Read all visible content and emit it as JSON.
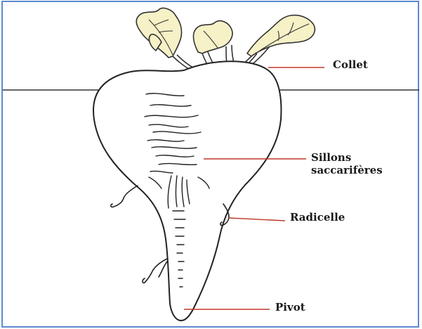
{
  "diagram": {
    "labels": {
      "collet": "Collet",
      "sillons_line1": "Sillons",
      "sillons_line2": "saccarifères",
      "radicelle": "Radicelle",
      "pivot": "Pivot"
    },
    "colors": {
      "border": "#5b8ad0",
      "leader_line": "#c0392b",
      "leaf_fill": "#f6f1c6",
      "outline": "#222222"
    }
  }
}
